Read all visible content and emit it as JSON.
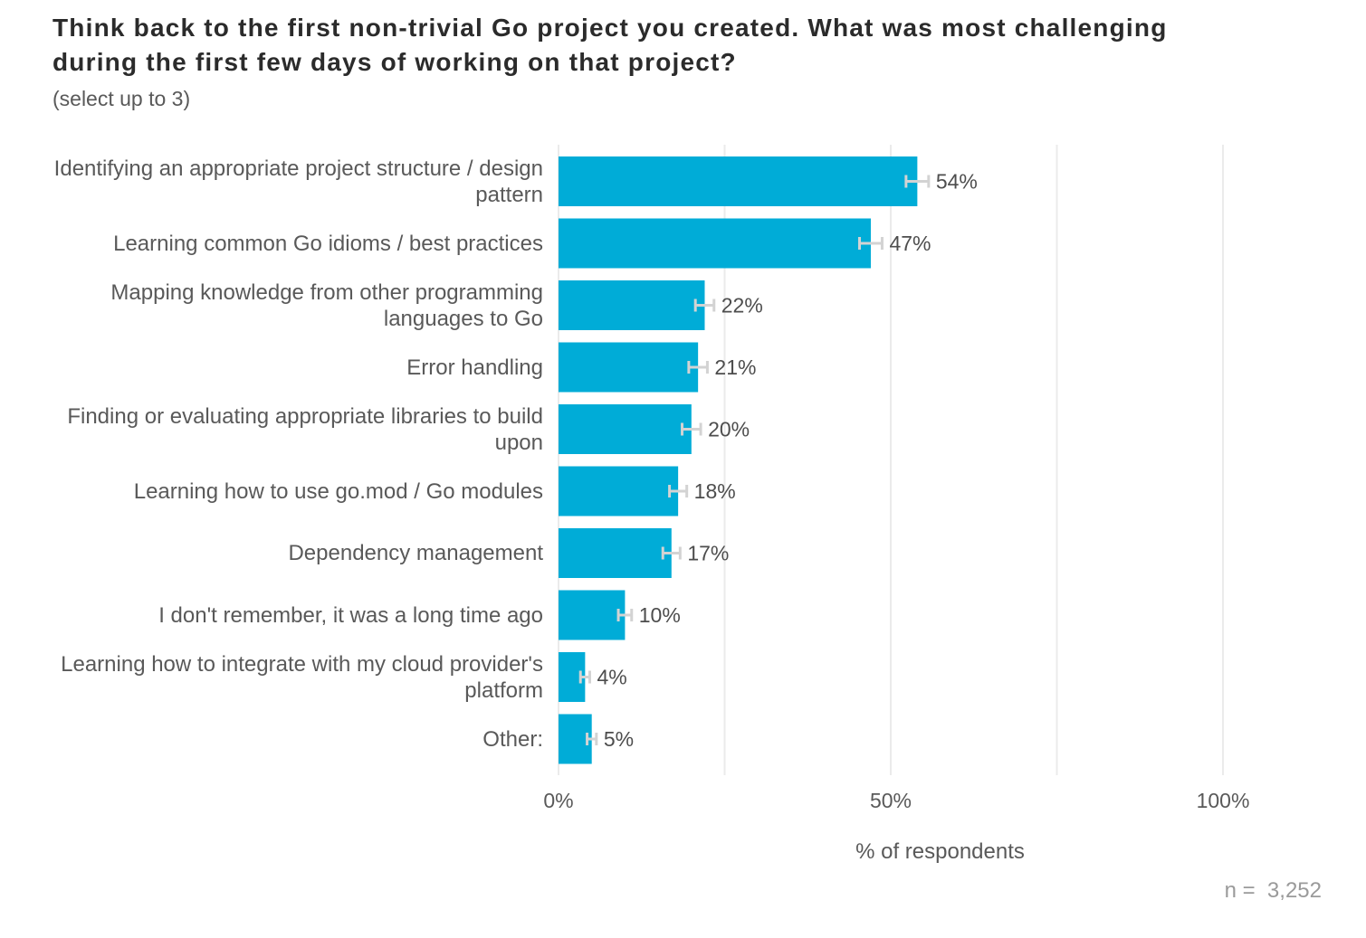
{
  "title": "Think back to the first non-trivial Go project you created. What was most challenging during the first few days of working on that project?",
  "subtitle": "(select up to 3)",
  "note": "n =  3,252",
  "colors": {
    "bar": "#00acd7",
    "error_bar": "#d3d3d3",
    "grid": "#ebebeb",
    "label_text": "#595959",
    "value_text": "#4d4d4d"
  },
  "chart_data": {
    "type": "bar",
    "orientation": "horizontal",
    "categories": [
      "Identifying an appropriate project structure / design pattern",
      "Learning common Go idioms / best practices",
      "Mapping knowledge from other programming languages to Go",
      "Error handling",
      "Finding or evaluating appropriate libraries to build upon",
      "Learning how to use go.mod / Go modules",
      "Dependency management",
      "I don't remember, it was a long time ago",
      "Learning how to integrate with my cloud provider's platform",
      "Other:"
    ],
    "values": [
      54,
      47,
      22,
      21,
      20,
      18,
      17,
      10,
      4,
      5
    ],
    "value_labels": [
      "54%",
      "47%",
      "22%",
      "21%",
      "20%",
      "18%",
      "17%",
      "10%",
      "4%",
      "5%"
    ],
    "error_margin": [
      1.7,
      1.7,
      1.4,
      1.4,
      1.4,
      1.3,
      1.3,
      1.0,
      0.7,
      0.7
    ],
    "xlabel": "% of respondents",
    "ylabel": "",
    "xlim": [
      0,
      100
    ],
    "x_ticks": [
      0,
      50,
      100
    ],
    "x_tick_labels": [
      "0%",
      "50%",
      "100%"
    ],
    "grid": true,
    "legend": "none"
  }
}
